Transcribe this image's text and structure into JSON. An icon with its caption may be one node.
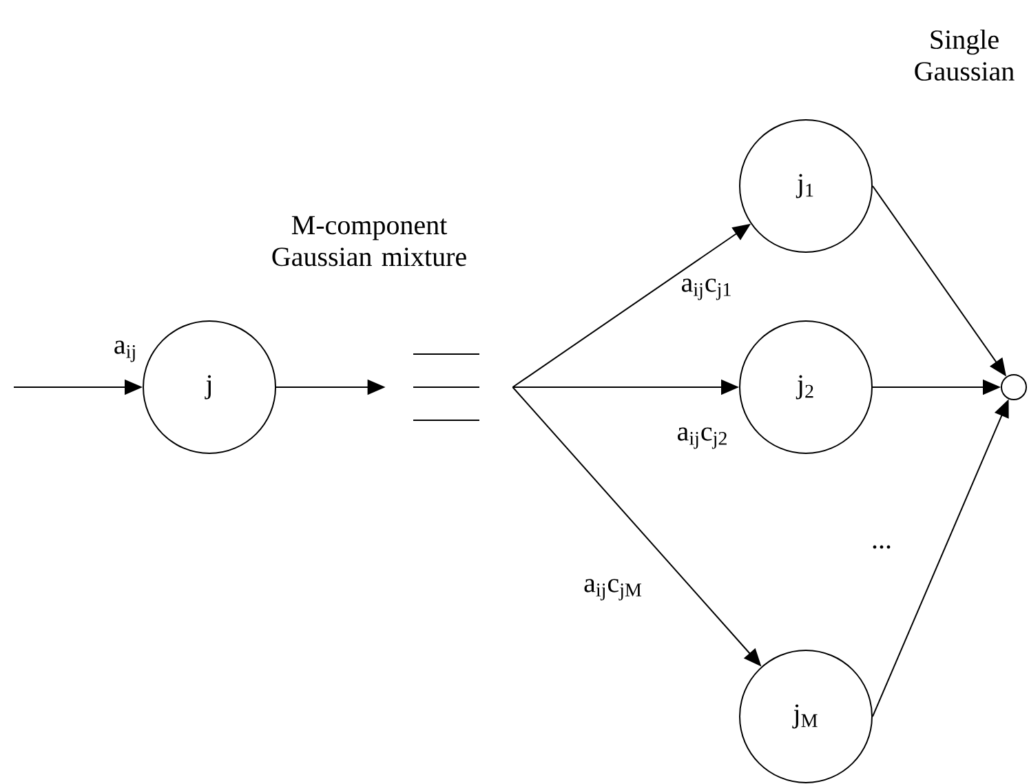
{
  "diagram": {
    "nodes": [
      {
        "text": [
          "j"
        ]
      },
      {
        "text": [
          "M-component Gaussian mixture"
        ]
      },
      {
        "text": [
          "j$_{1}$"
        ]
      },
      {
        "text": [
          "j$_{2}$"
        ]
      },
      {
        "text": [
          "j$_{M}$"
        ]
      },
      {
        "text": [],
        "shape": "circle"
      }
    ],
    "edges": [
      {
        "from": null,
        "to": 0,
        "arrow": "to",
        "label": "a$_{ij}$"
      },
      {
        "from": 0,
        "to": 1,
        "arrow": "to"
      },
      {
        "from": 1,
        "to": 2,
        "arrow": "to",
        "label": "a$_{ij}$c$_{j1}$"
      },
      {
        "from": 1,
        "to": 3,
        "arrow": "to",
        "label": "a$_{ij}$c$_{j2}$"
      },
      {
        "from": 1,
        "to": 4,
        "arrow": "to",
        "label": "a$_{ij}$c$_{jM}$"
      },
      {
        "from": 2,
        "to": 5,
        "arrow": "to"
      },
      {
        "from": 3,
        "to": 5,
        "arrow": "to"
      },
      {
        "from": 4,
        "to": 5,
        "arrow": "to"
      }
    ],
    "labels": [
      "Single Gaussian",
      "..."
    ]
  }
}
